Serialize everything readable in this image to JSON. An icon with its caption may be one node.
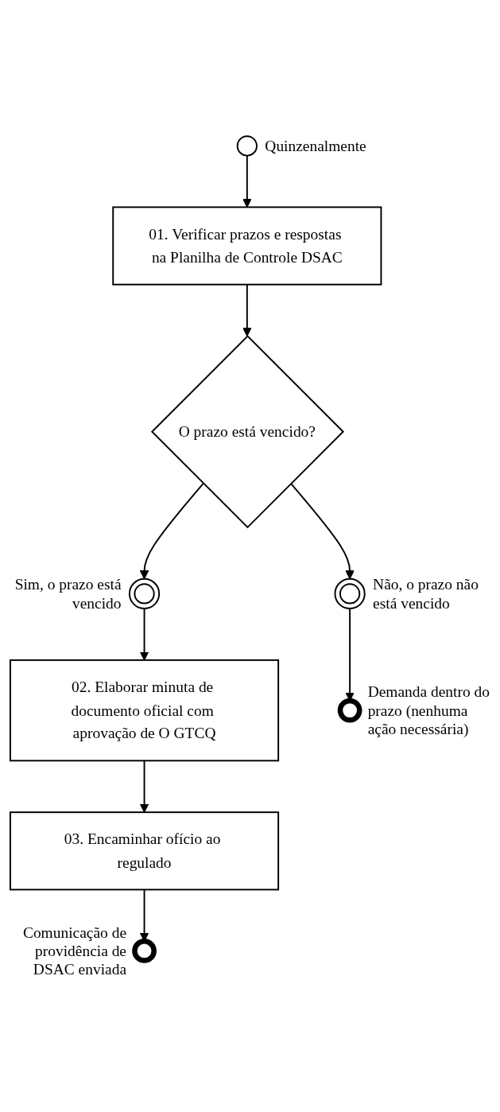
{
  "diagram": {
    "nodes": [
      {
        "text": [],
        "shape": "circle",
        "beside": [
          "Quinzenalmente"
        ]
      },
      {
        "text": [
          "01. Verificar prazos e respostas na Planilha de Controle DSAC"
        ]
      },
      {
        "text": [
          "O prazo está vencido?"
        ]
      },
      {
        "text": [],
        "shape": "circle",
        "beside": [
          "Sim, o prazo está vencido"
        ]
      },
      {
        "text": [],
        "shape": "circle",
        "beside": [
          "Não, o prazo não está vencido"
        ]
      },
      {
        "text": [
          "02. Elaborar minuta de documento oficial com aprovação de O GTCQ"
        ]
      },
      {
        "text": [],
        "shape": "circle",
        "beside": [
          "Demanda dentro do prazo (nenhuma ação necessária)"
        ]
      },
      {
        "text": [
          "03. Encaminhar ofício ao regulado"
        ]
      },
      {
        "text": [],
        "shape": "circle",
        "beside": [
          "Comunicação de providência de DSAC enviada"
        ]
      }
    ],
    "edges": [
      {
        "from": 0,
        "to": 1,
        "arrow": "to"
      },
      {
        "from": 1,
        "to": 2,
        "arrow": "to"
      },
      {
        "from": 2,
        "to": 3,
        "arrow": "to"
      },
      {
        "from": 2,
        "to": 4,
        "arrow": "to"
      },
      {
        "from": 3,
        "to": 5,
        "arrow": "to"
      },
      {
        "from": 4,
        "to": 6,
        "arrow": "to"
      },
      {
        "from": 5,
        "to": 7,
        "arrow": "to"
      },
      {
        "from": 7,
        "to": 8,
        "arrow": "to"
      }
    ]
  }
}
